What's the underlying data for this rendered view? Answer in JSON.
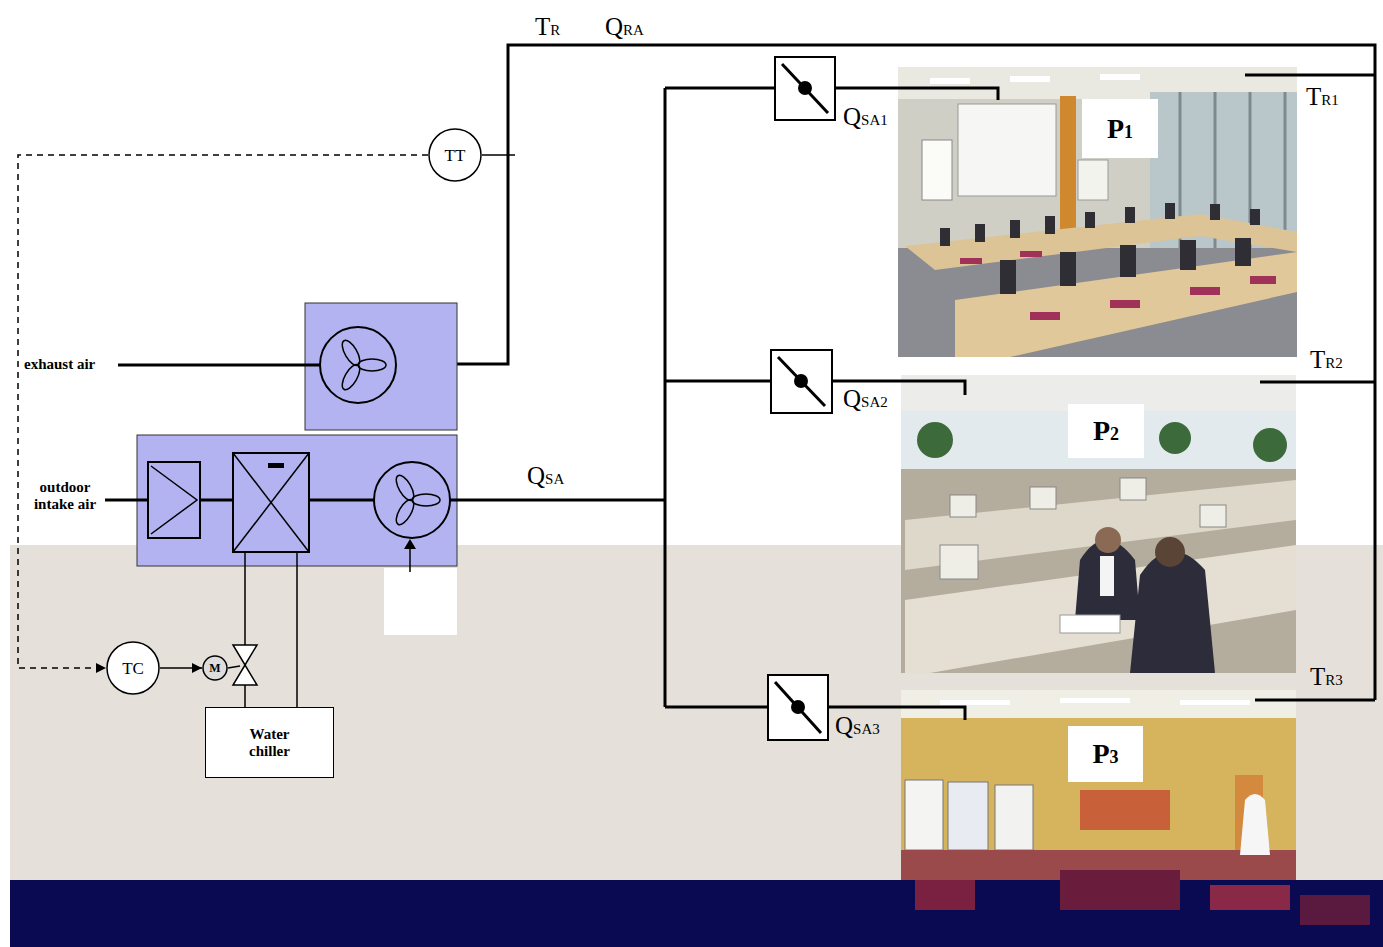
{
  "diagram": {
    "nodes": [
      {
        "text": [
          "TT"
        ]
      },
      {
        "text": [
          "P1"
        ]
      },
      {
        "text": [
          "P2"
        ]
      },
      {
        "text": [
          "P3"
        ]
      },
      {
        "text": [
          "TC"
        ]
      },
      {
        "text": [
          "M"
        ]
      },
      {
        "text": [
          "Water chiller"
        ]
      }
    ],
    "edges": [
      {
        "from": 0,
        "to": 4,
        "arrow": "to"
      },
      {
        "from": 4,
        "to": 5,
        "arrow": "to"
      }
    ],
    "labels": [
      "TR",
      "QRA",
      "QSA1",
      "TR1",
      "QSA2",
      "TR2",
      "QSA3",
      "TR3",
      "exhaust air",
      "outdoor intake air",
      "QSA"
    ]
  }
}
